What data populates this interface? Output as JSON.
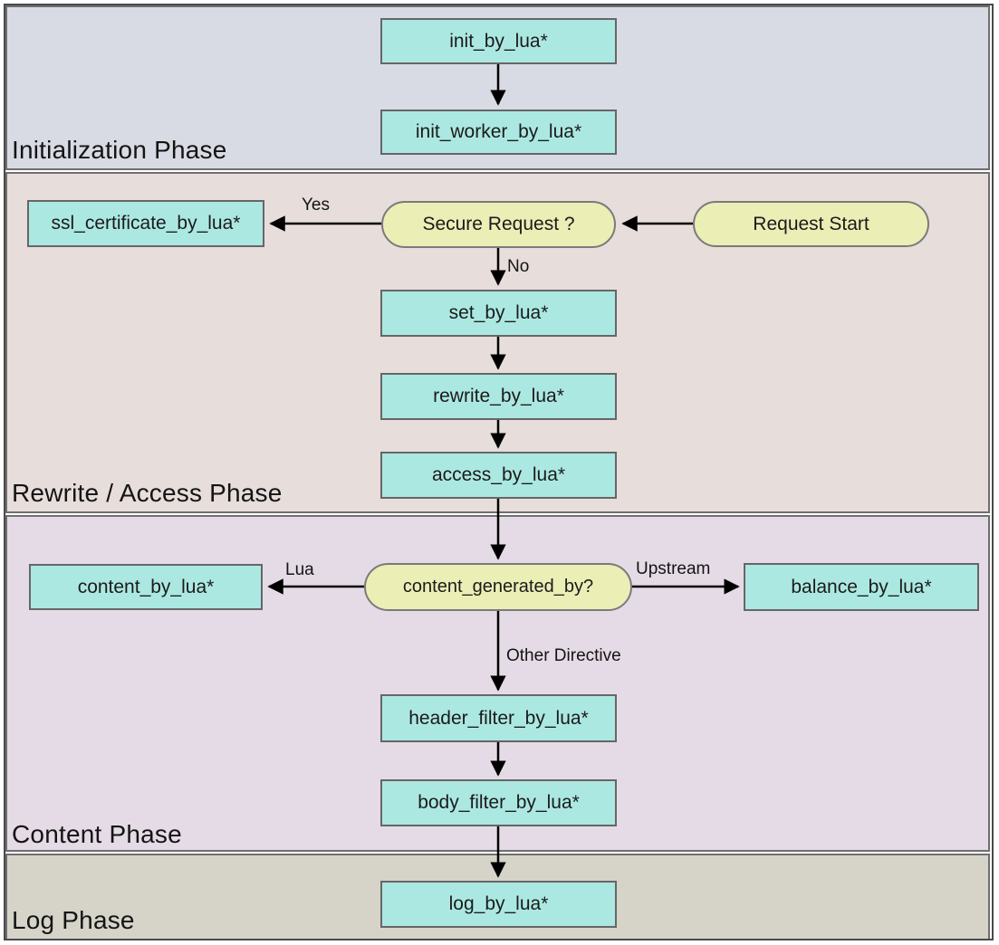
{
  "diagram": {
    "type": "flowchart",
    "subject": "nginx/OpenResty Lua directive execution phases",
    "sections": [
      {
        "id": "initialization",
        "label": "Initialization Phase",
        "bg": "#d9dbe4"
      },
      {
        "id": "rewrite_access",
        "label": "Rewrite / Access Phase",
        "bg": "#e7dddb"
      },
      {
        "id": "content",
        "label": "Content Phase",
        "bg": "#e5dbe6"
      },
      {
        "id": "log",
        "label": "Log Phase",
        "bg": "#d6d4c9"
      }
    ],
    "nodes": {
      "init_by_lua": {
        "label": "init_by_lua*",
        "type": "process",
        "section": "initialization"
      },
      "init_worker_by_lua": {
        "label": "init_worker_by_lua*",
        "type": "process",
        "section": "initialization"
      },
      "ssl_certificate_by_lua": {
        "label": "ssl_certificate_by_lua*",
        "type": "process",
        "section": "rewrite_access"
      },
      "secure_request": {
        "label": "Secure Request ?",
        "type": "decision",
        "section": "rewrite_access"
      },
      "request_start": {
        "label": "Request Start",
        "type": "terminal",
        "section": "rewrite_access"
      },
      "set_by_lua": {
        "label": "set_by_lua*",
        "type": "process",
        "section": "rewrite_access"
      },
      "rewrite_by_lua": {
        "label": "rewrite_by_lua*",
        "type": "process",
        "section": "rewrite_access"
      },
      "access_by_lua": {
        "label": "access_by_lua*",
        "type": "process",
        "section": "rewrite_access"
      },
      "content_by_lua": {
        "label": "content_by_lua*",
        "type": "process",
        "section": "content"
      },
      "content_generated_by": {
        "label": "content_generated_by?",
        "type": "decision",
        "section": "content"
      },
      "balance_by_lua": {
        "label": "balance_by_lua*",
        "type": "process",
        "section": "content"
      },
      "header_filter_by_lua": {
        "label": "header_filter_by_lua*",
        "type": "process",
        "section": "content"
      },
      "body_filter_by_lua": {
        "label": "body_filter_by_lua*",
        "type": "process",
        "section": "content"
      },
      "log_by_lua": {
        "label": "log_by_lua*",
        "type": "process",
        "section": "log"
      }
    },
    "edge_labels": {
      "yes": "Yes",
      "no": "No",
      "lua": "Lua",
      "upstream": "Upstream",
      "other_directive": "Other Directive"
    },
    "edges": [
      {
        "from": "init_by_lua",
        "to": "init_worker_by_lua",
        "label": ""
      },
      {
        "from": "request_start",
        "to": "secure_request",
        "label": ""
      },
      {
        "from": "secure_request",
        "to": "ssl_certificate_by_lua",
        "label": "Yes"
      },
      {
        "from": "secure_request",
        "to": "set_by_lua",
        "label": "No"
      },
      {
        "from": "set_by_lua",
        "to": "rewrite_by_lua",
        "label": ""
      },
      {
        "from": "rewrite_by_lua",
        "to": "access_by_lua",
        "label": ""
      },
      {
        "from": "access_by_lua",
        "to": "content_generated_by",
        "label": ""
      },
      {
        "from": "content_generated_by",
        "to": "content_by_lua",
        "label": "Lua"
      },
      {
        "from": "content_generated_by",
        "to": "balance_by_lua",
        "label": "Upstream"
      },
      {
        "from": "content_generated_by",
        "to": "header_filter_by_lua",
        "label": "Other Directive"
      },
      {
        "from": "header_filter_by_lua",
        "to": "body_filter_by_lua",
        "label": ""
      },
      {
        "from": "body_filter_by_lua",
        "to": "log_by_lua",
        "label": ""
      }
    ],
    "colors": {
      "process_fill": "#ace8e2",
      "decision_fill": "#ebeeb5",
      "node_border": "#666666",
      "section_border": "#6f6f6f",
      "outer_frame": "#4a4a4e",
      "arrow": "#000000",
      "section_init_bg": "#d9dbe4",
      "section_rewrite_bg": "#e7dddb",
      "section_content_bg": "#e5dbe6",
      "section_log_bg": "#d6d4c9"
    }
  }
}
